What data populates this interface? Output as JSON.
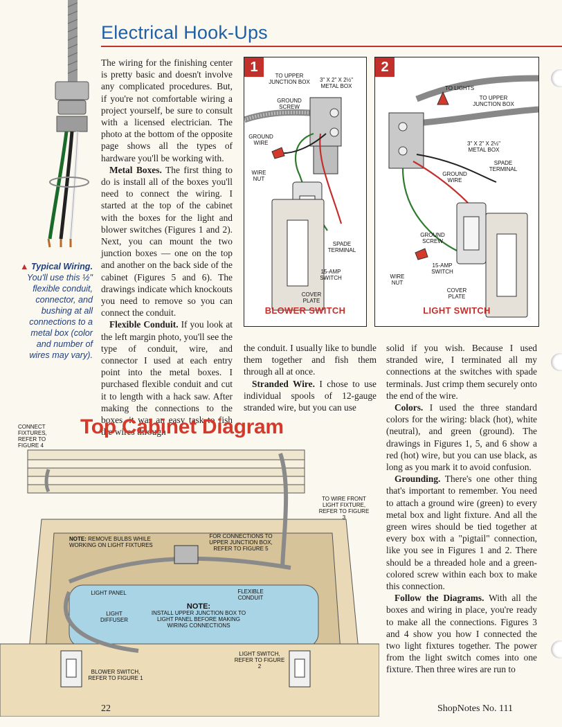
{
  "header": {
    "title": "Electrical Hook-Ups"
  },
  "sidebar_caption": {
    "lead": "Typical Wiring.",
    "text": "You'll use this ½\" flexible conduit, connector, and bushing at all connections to a metal box (color and number of wires may vary)."
  },
  "column1": {
    "p1": "The wiring for the finishing center is pretty basic and doesn't involve any complicated procedures. But, if you're not comfortable wiring a project yourself, be sure to consult with a licensed electrician. The photo at the bottom of the opposite page shows all the types of hardware you'll be working with.",
    "p2_head": "Metal Boxes.",
    "p2": " The first thing to do is install all of the boxes you'll need to connect the wiring. I started at the top of the cabinet with the boxes for the light and blower switches (Figures 1 and 2). Next, you can mount the two junction boxes — one on the top and another on the back side of the cabinet (Figures 5 and 6). The drawings indicate which knockouts you need to remove so you can connect the conduit.",
    "p3_head": "Flexible Conduit.",
    "p3": " If you look at the left margin photo, you'll see the type of conduit, wire, and connector I used at each entry point into the metal boxes. I purchased flexible conduit and cut it to length with a hack saw. After making the connections to the boxes, it was an easy task to fish the wires through"
  },
  "column2": {
    "p1": "the conduit. I usually like to bundle them together and fish them through all at once.",
    "p2_head": "Stranded Wire.",
    "p2": " I chose to use individual spools of 12-gauge stranded wire, but you can use"
  },
  "column3": {
    "p1": "solid if you wish. Because I used stranded wire, I terminated all my connections at the switches with spade terminals. Just crimp them securely onto the end of the wire.",
    "p2_head": "Colors.",
    "p2": " I used the three standard colors for the wiring: black (hot), white (neutral), and green (ground). The drawings in Figures 1, 5, and 6 show a red (hot) wire, but you can use black, as long as you mark it to avoid confusion.",
    "p3_head": "Grounding.",
    "p3": " There's one other thing that's important to remember. You need to attach a ground wire (green) to every metal box and light fixture. And all the green wires should be tied together at every box with a \"pigtail\" connection, like you see in Figures 1 and 2. There should be a threaded hole and a green-colored screw within each box to make this connection.",
    "p4_head": "Follow the Diagrams.",
    "p4": " With all the boxes and wiring in place, you're ready to make all the connections. Figures 3 and 4 show you how I connected the two light fixtures together. The power from the light switch comes into one fixture. Then three wires are run to"
  },
  "figure1": {
    "number": "1",
    "caption": "Blower Switch",
    "labels": {
      "upper_box": "To Upper Junction Box",
      "metal_box": "3\" x 2\" x 2½\" Metal Box",
      "ground_screw": "Ground Screw",
      "ground_wire": "Ground Wire",
      "wire_nut": "Wire Nut",
      "spade": "Spade Terminal",
      "switch": "15-Amp Switch",
      "cover": "Cover Plate"
    }
  },
  "figure2": {
    "number": "2",
    "caption": "Light Switch",
    "labels": {
      "lights": "To Lights",
      "upper_box": "To Upper Junction Box",
      "metal_box": "3\" x 2\" x 2½\" Metal Box",
      "spade": "Spade Terminal",
      "ground_wire": "Ground Wire",
      "ground_screw": "Ground Screw",
      "wire_nut": "Wire Nut",
      "switch": "15-Amp Switch",
      "cover": "Cover Plate"
    }
  },
  "diagram": {
    "title": "Top Cabinet Diagram",
    "labels": {
      "connect_fixtures": "Connect Fixtures, Refer to Figure 4",
      "front_fixture": "To Wire Front Light Fixture, Refer to Figure 3",
      "note1_head": "NOTE:",
      "note1": "Remove bulbs while working on light fixtures",
      "connections": "For connections to Upper Junction Box, Refer to Figure 5",
      "light_panel": "Light Panel",
      "flexible_conduit": "Flexible Conduit",
      "light_diffuser": "Light Diffuser",
      "note2_head": "NOTE:",
      "note2": "Install upper junction box to light panel before making wiring connections",
      "light_switch": "Light Switch, Refer to Figure 2",
      "blower_switch": "Blower Switch, Refer to Figure 1"
    }
  },
  "footer": {
    "page_number": "22",
    "publication": "ShopNotes No. 111"
  }
}
